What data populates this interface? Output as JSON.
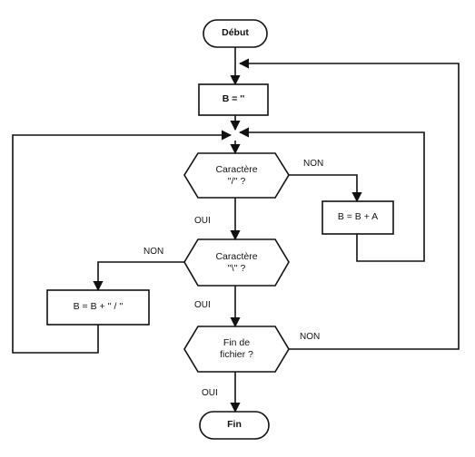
{
  "nodes": {
    "start": "Début",
    "init": "B = ''",
    "q1": "Caractère\n''/'' ?",
    "q2": "Caractère\n''\\'' ?",
    "q3": "Fin de\nfichier ?",
    "box_a": "B = B + A",
    "box_slash": "B = B + '' / ''",
    "end": "Fin"
  },
  "edges": {
    "q1_no": "NON",
    "q1_yes": "OUI",
    "q2_no": "NON",
    "q2_yes": "OUI",
    "q3_no": "NON",
    "q3_yes": "OUI"
  }
}
